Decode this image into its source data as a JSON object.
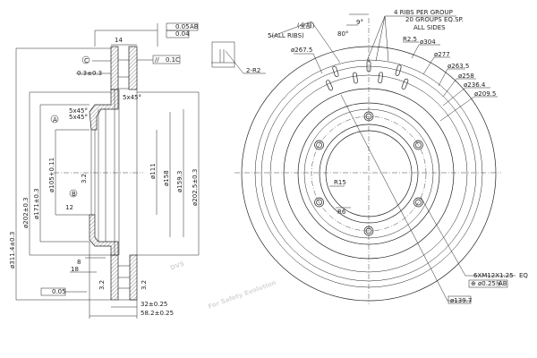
{
  "watermark": {
    "logo": "DVS",
    "tagline": "For Safety Evolution"
  },
  "section_view": {
    "width_top": "14",
    "runout": "0.05",
    "runout_datum": "AB",
    "flatness": "0.04",
    "parallel": "0.1",
    "parallel_datum": "C",
    "datum_c": "C",
    "datum_a": "A",
    "datum_b": "B",
    "offset": "0.3±0.3",
    "chamfer_1": "5x45°",
    "chamfer_2": "5x45°",
    "chamfer_3": "5x45°",
    "dia_outer": "ø311.4±0.3",
    "dia_202": "ø202±0.3",
    "dia_171": "ø171±0.3",
    "dia_bore": "ø105+0.11",
    "dia_111": "ø111",
    "dia_158": "ø158",
    "dia_159": "ø159.3",
    "dia_202_5": "ø202.5±0.3",
    "rough_32": "3.2",
    "rough_12": "12",
    "rough_32b": "3.2",
    "rough_32c": "3.2",
    "dim_8": "8",
    "dim_18": "18",
    "flatness_bottom": "0.05",
    "thickness": "32±0.25",
    "height": "58.2±0.25",
    "radius_note": "2-R2"
  },
  "front_view": {
    "all_ribs_cn": "(全部)",
    "all_ribs": "5(ALL RIBS)",
    "angle_80": "80°",
    "angle_9": "9°",
    "ribs_note_1": "4 RIBS PER GROUP",
    "ribs_note_2": "20 GROUPS EQ.SP.",
    "ribs_note_3": "ALL SIDES",
    "r25": "R2.5",
    "d304": "ø304",
    "d277": "ø277",
    "d267": "ø267.5",
    "d263": "ø263.5",
    "d258": "ø258",
    "d236": "ø236.4",
    "d209": "ø209.5",
    "r15": "R15",
    "r6": "R6",
    "bolt_note": "6XM12X1.25",
    "eq": "EQ",
    "position_tol": "ø0.25Ⓜ",
    "position_datum": "AB",
    "pcd": "ø139.7"
  }
}
